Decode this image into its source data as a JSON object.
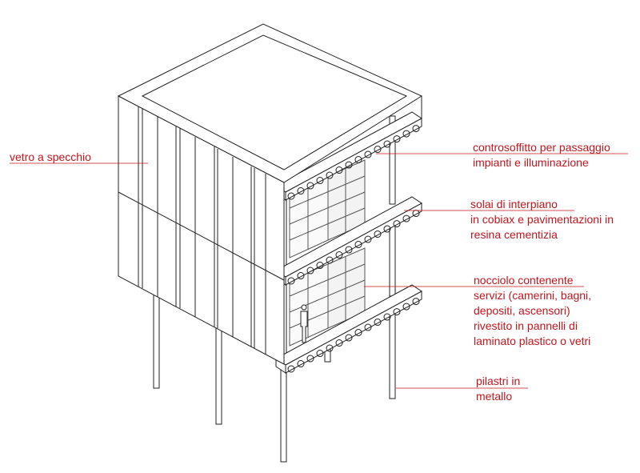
{
  "colors": {
    "annotation": "#c0161e",
    "line": "#222222"
  },
  "labels": {
    "mirror_glass": "vetro a specchio",
    "ceiling": [
      "controsoffitto per passaggio",
      "impianti e illuminazione"
    ],
    "slabs": [
      "solai di interpiano",
      "in cobiax e pavimentazioni in",
      "resina cementizia"
    ],
    "core": [
      "nocciolo contenente",
      "servizi (camerini, bagni,",
      "depositi, ascensori)",
      "rivestito in pannelli di",
      "laminato plastico o vetri"
    ],
    "columns": [
      "pilastri in",
      "metallo"
    ]
  }
}
